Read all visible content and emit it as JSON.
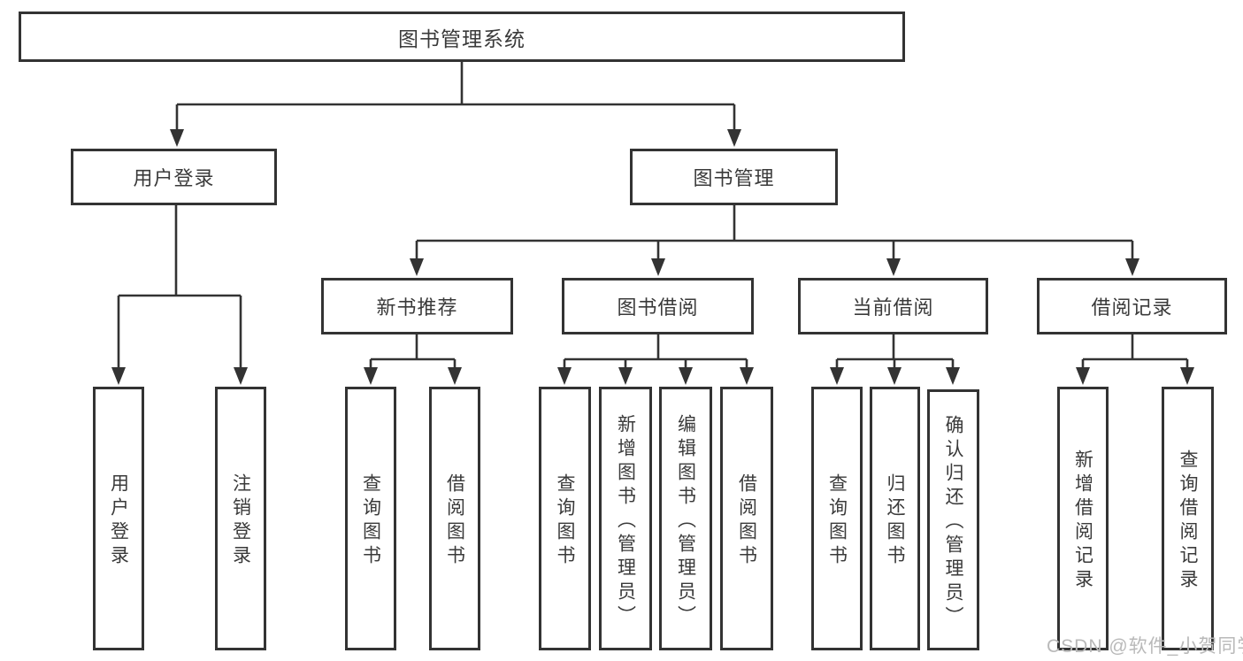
{
  "diagram_title": "图书管理系统",
  "colors": {
    "line": "#333333",
    "text": "#3a3a3a",
    "box_background": "#ffffff",
    "watermark": "#b9b9b9"
  },
  "nodes": {
    "root": "图书管理系统",
    "level2": [
      "用户登录",
      "图书管理"
    ],
    "level3": [
      "新书推荐",
      "图书借阅",
      "当前借阅",
      "借阅记录"
    ],
    "leaves": [
      "用户登录",
      "注销登录",
      "查询图书",
      "借阅图书",
      "查询图书",
      "新增图书（管理员）",
      "编辑图书（管理员）",
      "借阅图书",
      "查询图书",
      "归还图书",
      "确认归还（管理员）",
      "新增借阅记录",
      "查询借阅记录"
    ]
  },
  "watermark": {
    "text": "CSDN @软件_小贺同学"
  }
}
